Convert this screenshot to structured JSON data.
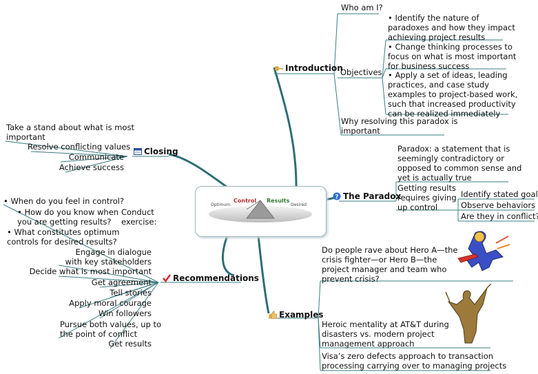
{
  "center": {
    "control": "Control",
    "results": "Results",
    "optimum": "Optimum",
    "desired": "Desired"
  },
  "introduction": {
    "label": "Introduction",
    "who": "Who am I?",
    "objectives": "Objectives",
    "obj1": [
      "• Identify the nature of",
      "paradoxes and how they impact",
      "achieving project results"
    ],
    "obj2": [
      "• Change thinking processes to",
      "focus on what is most important",
      "for business success"
    ],
    "obj3": [
      "• Apply a set of ideas, leading",
      "practices, and case study",
      "examples to project-based work,",
      "such that increased productivity",
      "can be realized immediately"
    ],
    "why": [
      "Why resolving this paradox is",
      "important"
    ]
  },
  "paradox": {
    "label": "The Paradox",
    "definition": [
      "Paradox: a statement that is",
      "seemingly contradictory or",
      "opposed to common sense and",
      "yet is actually true"
    ],
    "getting": [
      "Getting results",
      "requires giving",
      "up control"
    ],
    "items": [
      "Identify stated goals",
      "Observe behaviors",
      "Are they in conflict?"
    ]
  },
  "closing": {
    "label": "Closing",
    "stand": [
      "Take a stand about what is most",
      "important"
    ],
    "items": [
      "Resolve conflicting values",
      "Communicate",
      "Achieve success"
    ]
  },
  "recommendations": {
    "label": "Recommendations",
    "conduct": [
      "Conduct",
      "exercise:"
    ],
    "q1": "• When do you feel in control?",
    "q2": [
      "• How do you know when",
      "you are getting results?"
    ],
    "q3": [
      "• What constitutes optimum",
      "controls for desired results?"
    ],
    "dialogue": [
      "Engage in dialogue",
      "with key stakeholders"
    ],
    "items": [
      "Decide what is most important",
      "Get agreement",
      "Tell stories",
      "Apply moral courage",
      "Win followers"
    ],
    "pursue": [
      "Pursue both values, up to",
      "the point of conflict"
    ],
    "last": "Get results"
  },
  "examples": {
    "label": "Examples",
    "hero": [
      "Do people rave about Hero A—the",
      "crisis fighter—or Hero B—the",
      "project manager and team who",
      "prevent crisis?"
    ],
    "att": [
      "Heroic mentality at AT&T during",
      "disasters vs. modern project",
      "management approach"
    ],
    "visa": [
      "Visa’s zero defects approach to transaction",
      "processing carrying over to managing projects"
    ]
  },
  "colors": {
    "branch": "#2e6e73",
    "line": "#3a7c80",
    "check": "#d42a2a",
    "question": "#2a6fd1"
  }
}
